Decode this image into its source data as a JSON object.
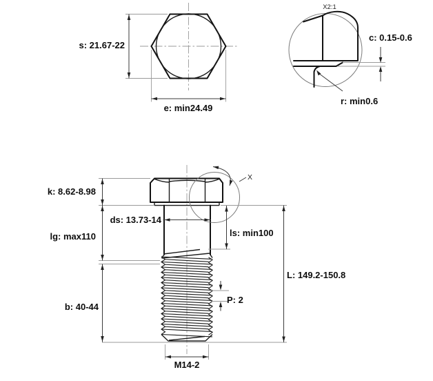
{
  "drawing": {
    "description": "Hex head bolt engineering drawing with three views",
    "top_view": {
      "s_label": "s: 21.67-22",
      "e_label": "e: min24.49"
    },
    "detail_view": {
      "scale_label": "X2:1",
      "c_label": "c: 0.15-0.6",
      "r_label": "r: min0.6"
    },
    "front_view": {
      "k_label": "k: 8.62-8.98",
      "ds_label": "ds: 13.73-14",
      "lg_label": "lg: max110",
      "ls_label": "ls: min100",
      "b_label": "b: 40-44",
      "p_label": "P: 2",
      "l_label": "L: 149.2-150.8",
      "thread_label": "M14-2",
      "detail_marker": "X"
    },
    "colors": {
      "outline": "#111111",
      "dimension": "#3a3a3a",
      "extension": "#9a9a9a",
      "background": "#ffffff"
    }
  }
}
